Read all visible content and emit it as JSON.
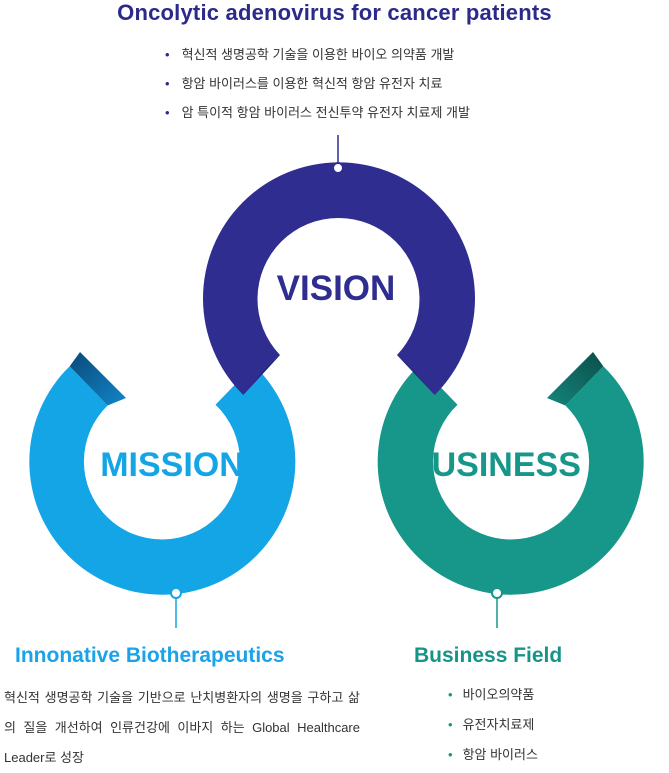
{
  "vision": {
    "title": "Oncolytic adenovirus for cancer patients",
    "items": [
      "혁신적 생명공학 기술을 이용한 바이오 의약품 개발",
      "항암 바이러스를 이용한 혁신적 항암 유전자 치료",
      "암 특이적 항암 바이러스 전신투약 유전자 치료제 개발"
    ],
    "label": "VISION",
    "color": "#2f2e90"
  },
  "mission": {
    "label": "MISSION",
    "color": "#14a5e6",
    "heading": "Innonative Biotherapeutics",
    "text": "혁신적 생명공학 기술을 기반으로 난치병환자의 생명을 구하고 삶의 질을 개선하여 인류건강에 이바지 하는 Global Healthcare Leader로 성장"
  },
  "business": {
    "label": "BUSINESS",
    "color": "#17968a",
    "heading": "Business Field",
    "items": [
      "바이오의약품",
      "유전자치료제",
      "항암 바이러스"
    ]
  }
}
